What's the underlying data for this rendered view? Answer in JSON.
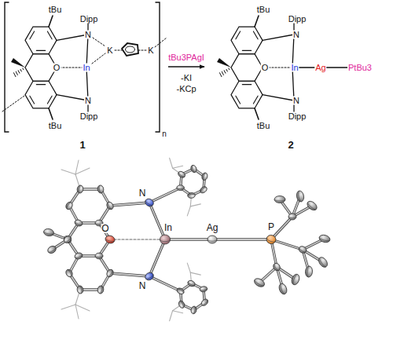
{
  "diagram": {
    "nodes": [
      {
        "text": [
          "tBu",
          "N",
          "Dipp",
          "K",
          "O",
          "In",
          "K",
          "N",
          "Dipp",
          "tBu",
          "n",
          "1"
        ]
      },
      {
        "text": [
          "tBu",
          "N",
          "Dipp",
          "O",
          "In",
          "Ag",
          "PtBu3",
          "N",
          "Dipp",
          "tBu",
          "2"
        ]
      }
    ],
    "edges": [
      {
        "from": 0,
        "to": 1,
        "arrow": "to",
        "label": "tBu3PAgI"
      }
    ],
    "labels": [
      "-KI",
      "-KCp",
      "N",
      "O",
      "In",
      "Ag",
      "P",
      "N"
    ]
  }
}
